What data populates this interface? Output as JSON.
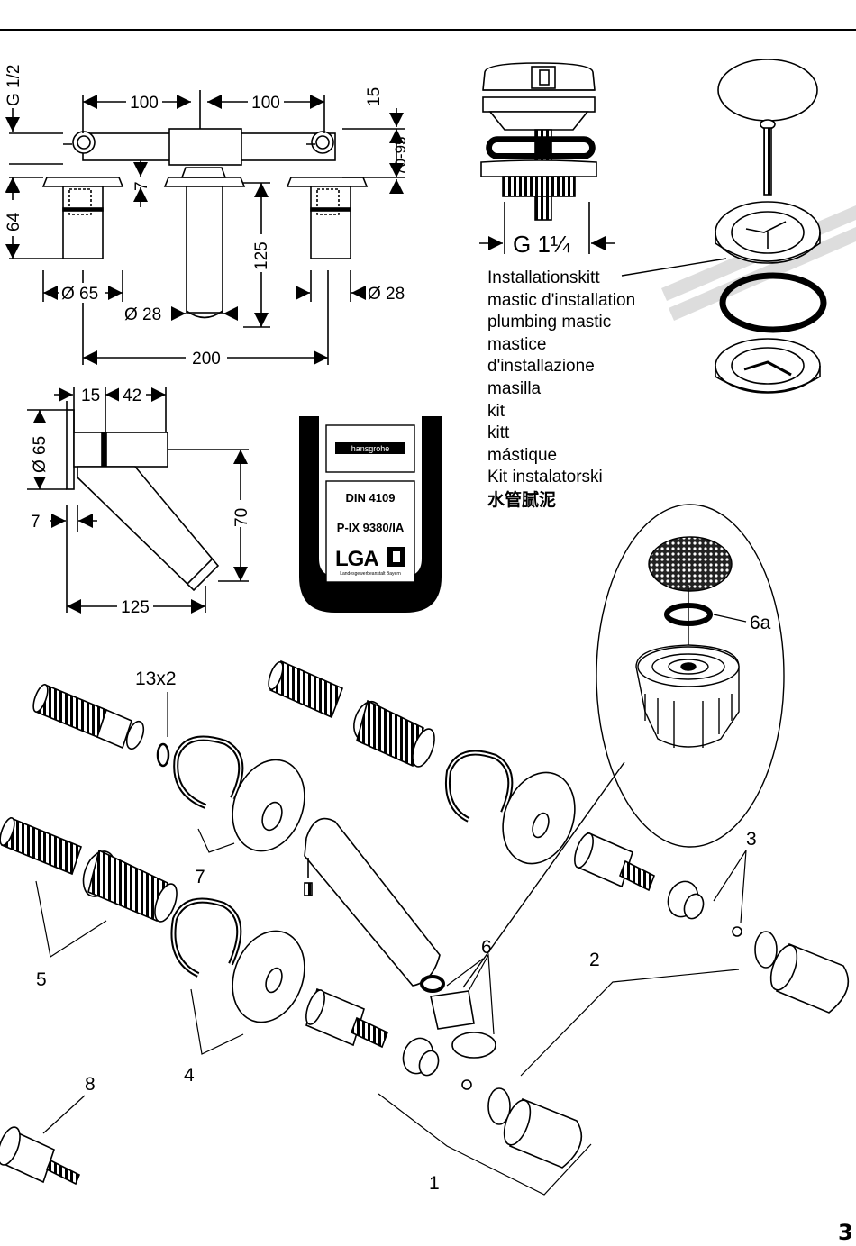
{
  "dimensions": {
    "thread_g_half": "G 1/2",
    "spacing_left": "100",
    "spacing_right": "100",
    "top_15": "15",
    "range_70_95": "70-95",
    "body_64": "64",
    "gap_7": "7",
    "spout_125": "125",
    "dia_65": "Ø 65",
    "dia_28_right": "Ø 28",
    "dia_28_spout": "Ø 28",
    "overall_200": "200"
  },
  "side_view": {
    "d15": "15",
    "d42": "42",
    "dia65": "Ø 65",
    "d7": "7",
    "d70": "70",
    "d125": "125"
  },
  "drain": {
    "thread": "G 1¼"
  },
  "mastic_labels": [
    "Installationskitt",
    "mastic d'installation",
    "plumbing mastic",
    "mastice",
    "d'installazione",
    "masilla",
    "kit",
    "kitt",
    "mástique",
    "Kit instalatorski",
    "水管腻泥"
  ],
  "package": {
    "brand": "hansgrohe",
    "din": "DIN 4109",
    "pix": "P-IX 9380/IA",
    "lga": "LGA",
    "lga_sub": "Landesgewerbeanstalt Bayern"
  },
  "parts": {
    "p1": "1",
    "p2": "2",
    "p3": "3",
    "p4": "4",
    "p5": "5",
    "p6": "6",
    "p6a": "6a",
    "p7": "7",
    "p8": "8",
    "p13x2": "13x2"
  },
  "page_number": "3"
}
